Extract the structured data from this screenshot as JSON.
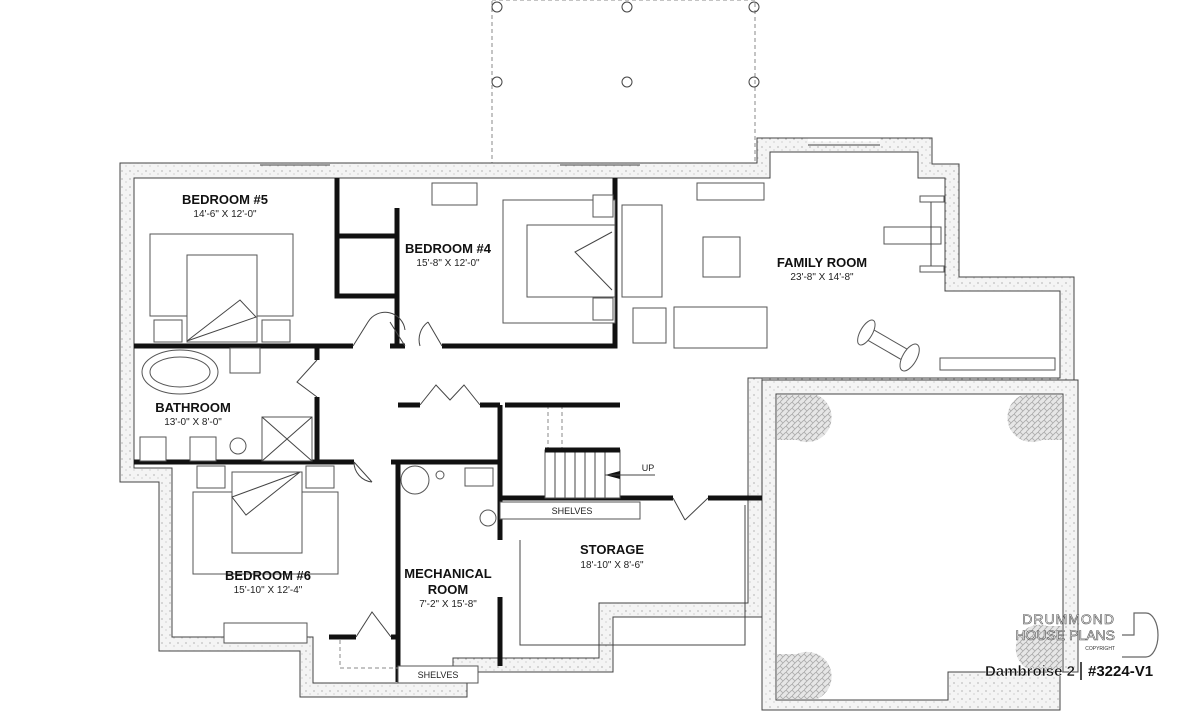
{
  "plan": {
    "rooms": {
      "bedroom5": {
        "name": "BEDROOM #5",
        "dims": "14'-6\" X 12'-0\""
      },
      "bedroom4": {
        "name": "BEDROOM #4",
        "dims": "15'-8\" X 12'-0\""
      },
      "family": {
        "name": "FAMILY ROOM",
        "dims": "23'-8\" X 14'-8\""
      },
      "bathroom": {
        "name": "BATHROOM",
        "dims": "13'-0\" X 8'-0\""
      },
      "bedroom6": {
        "name": "BEDROOM #6",
        "dims": "15'-10\" X 12'-4\""
      },
      "mechanical": {
        "name_line1": "MECHANICAL",
        "name_line2": "ROOM",
        "dims": "7'-2\" X 15'-8\""
      },
      "storage": {
        "name": "STORAGE",
        "dims": "18'-10\" X 8'-6\""
      }
    },
    "labels": {
      "shelves_upper": "SHELVES",
      "shelves_lower": "SHELVES",
      "stairs_up": "UP"
    }
  },
  "branding": {
    "line1": "DRUMMOND",
    "line2": "HOUSE PLANS",
    "copyright": "COPYRIGHT",
    "plan_name": "Dambroise 2",
    "plan_number": "#3224-V1"
  }
}
